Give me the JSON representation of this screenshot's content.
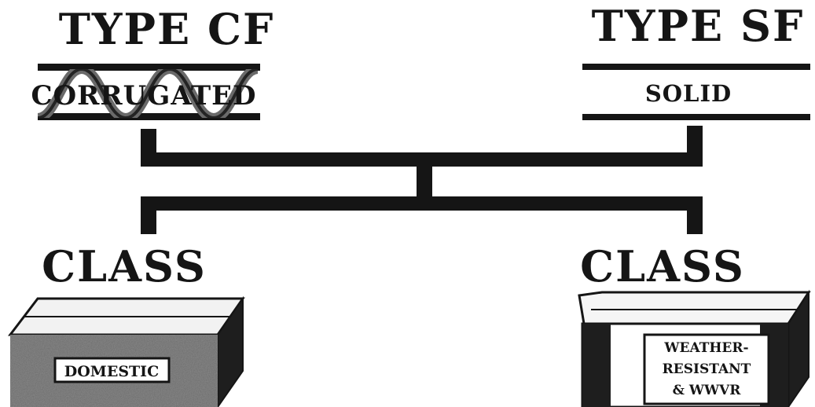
{
  "left_branch": {
    "type_title": "TYPE CF",
    "material_label": "CORRUGATED",
    "class_title": "CLASS",
    "box_label": "DOMESTIC"
  },
  "right_branch": {
    "type_title": "TYPE SF",
    "material_label": "SOLID",
    "class_title": "CLASS",
    "box_label_lines": [
      "WEATHER-",
      "RESISTANT",
      "& WWVR"
    ]
  },
  "colors": {
    "ink": "#151515",
    "paper": "#ffffff",
    "box_top": "#f2f2f2",
    "box_side_dark": "#1e1e1e",
    "domestic_front": "#8a8a8a"
  },
  "icons": {
    "corrugated_symbol": "wave-between-lines-icon",
    "solid_symbol": "flat-board-icon",
    "domestic_box": "carton-box-icon",
    "weather_resistant_box": "carton-box-icon"
  }
}
